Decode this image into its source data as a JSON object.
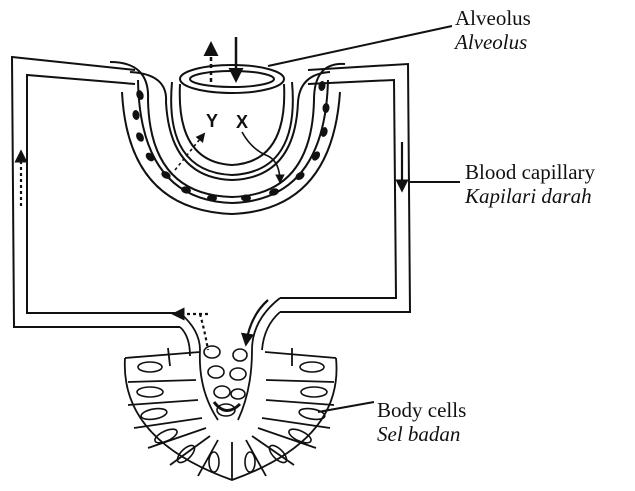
{
  "labels": {
    "alveolus": {
      "en": "Alveolus",
      "ms": "Alveolus"
    },
    "blood_capillary": {
      "en": "Blood capillary",
      "ms": "Kapilari darah"
    },
    "body_cells": {
      "en": "Body cells",
      "ms": "Sel badan"
    }
  },
  "gas_markers": {
    "y": "Y",
    "x": "X"
  },
  "colors": {
    "ink": "#111111",
    "background": "#ffffff"
  }
}
